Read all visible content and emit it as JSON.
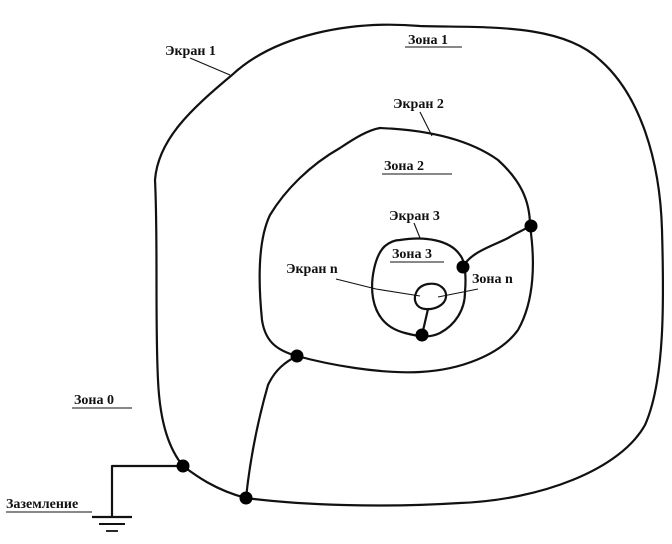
{
  "labels": {
    "zone_1": "Зона 1",
    "screen_1": "Экран 1",
    "screen_2": "Экран 2",
    "zone_2": "Зона 2",
    "screen_3": "Экран 3",
    "zone_3": "Зона 3",
    "screen_n": "Экран n",
    "zone_n": "Зона n",
    "zone_0": "Зона 0",
    "ground": "Заземление"
  }
}
